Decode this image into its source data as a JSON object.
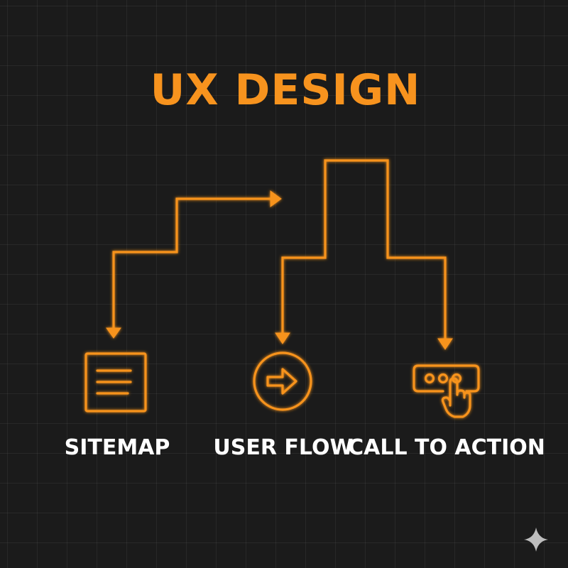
{
  "title": "UX DESIGN",
  "nodes": [
    {
      "label": "SITEMAP",
      "icon": "sitemap-document-icon"
    },
    {
      "label": "USER FLOW",
      "icon": "circle-arrow-right-icon"
    },
    {
      "label": "CALL TO ACTION",
      "icon": "cta-button-tap-icon"
    }
  ],
  "colors": {
    "accent": "#f7931e",
    "text": "#ffffff",
    "background": "#1b1b1b",
    "watermark": "#bdbdbd"
  },
  "watermark_icon": "sparkle-icon"
}
